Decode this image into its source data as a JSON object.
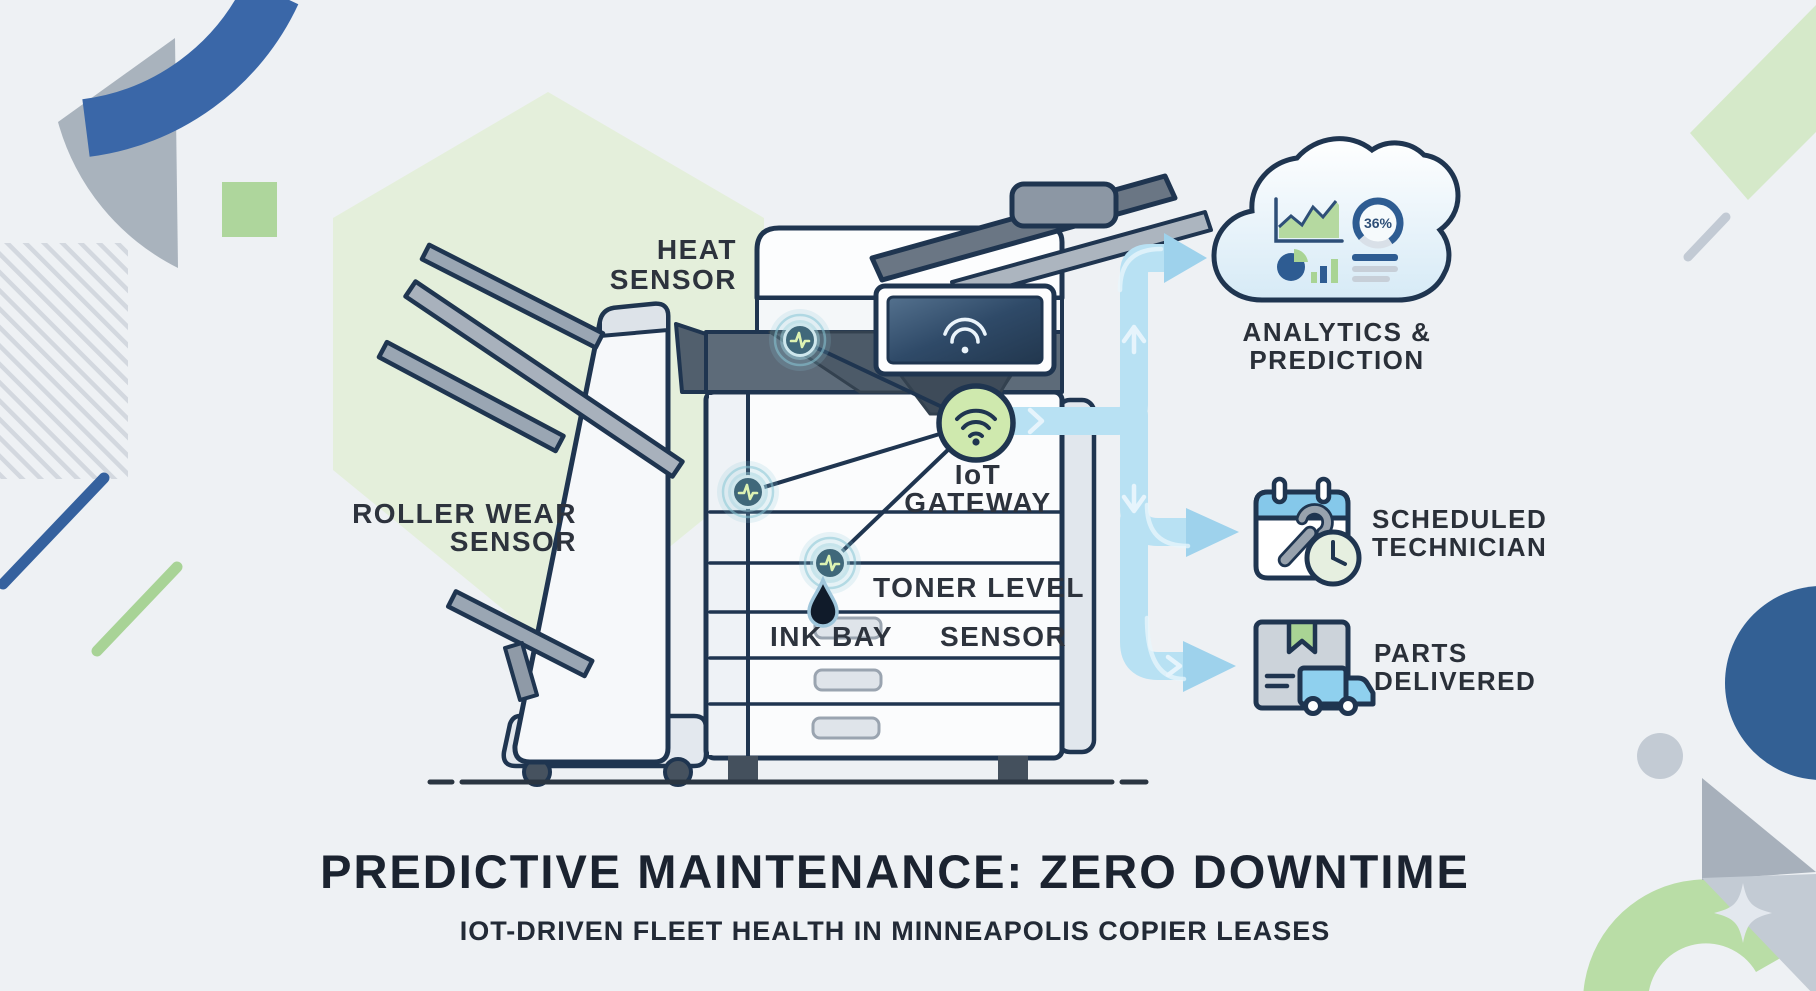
{
  "title": {
    "heading": "PREDICTIVE MAINTENANCE: ZERO DOWNTIME",
    "subheading": "IOT-DRIVEN FLEET HEALTH IN MINNEAPOLIS COPIER LEASES"
  },
  "labels": {
    "heat_line1": "HEAT",
    "heat_line2": "SENSOR",
    "roller_line1": "ROLLER WEAR",
    "roller_line2": "SENSOR",
    "gateway_line1": "IoT",
    "gateway_line2": "GATEWAY",
    "toner_level": "TONER LEVEL",
    "toner_sensor": "SENSOR",
    "ink_bay": "INK BAY"
  },
  "outputs": [
    {
      "line1": "ANALYTICS &",
      "line2": "PREDICTION",
      "metric": "36%",
      "icon": "cloud-analytics-icon"
    },
    {
      "line1": "SCHEDULED",
      "line2": "TECHNICIAN",
      "icon": "calendar-wrench-clock-icon"
    },
    {
      "line1": "PARTS",
      "line2": "DELIVERED",
      "icon": "box-truck-icon"
    }
  ],
  "icons": {
    "gateway": "wifi-icon",
    "control_panel": "wifi-screen-icon",
    "sensor": "pulse-sensor-icon",
    "ink": "ink-drop-icon"
  },
  "colors": {
    "background": "#eef1f4",
    "navy_outline": "#1f3550",
    "accent_blue": "#35619e",
    "pipe_blue": "#b8e1f3",
    "arrow_blue": "#9ed2ec",
    "gateway_green": "#cfe9ae",
    "hexagon_green": "#e4efdb",
    "decor_green": "#aed69c",
    "decor_gray": "#a9b3bd"
  }
}
